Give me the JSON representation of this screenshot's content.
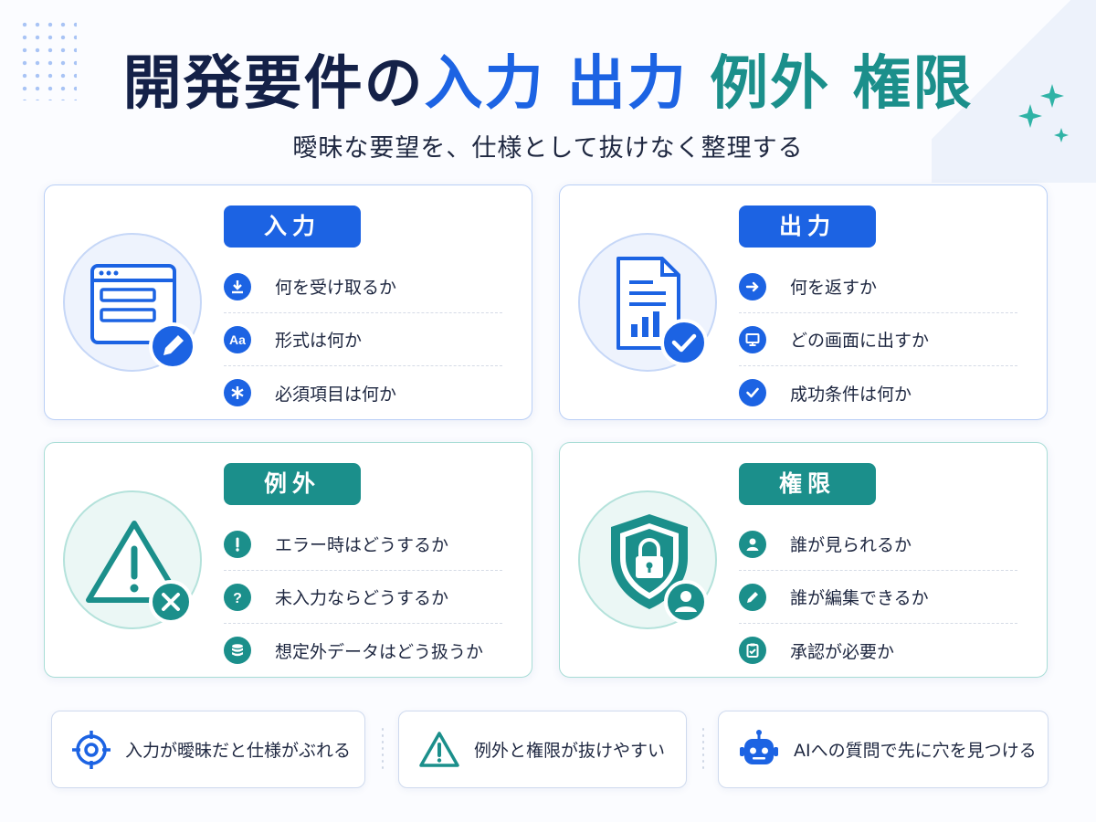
{
  "title": {
    "part1": "開発要件の",
    "part2": "入力",
    "part3": "出力",
    "part4": "例外",
    "part5": "権限"
  },
  "subtitle": "曖昧な要望を、仕様として抜けなく整理する",
  "colors": {
    "blue": "#1c63e3",
    "teal": "#1b8f8b",
    "navy": "#142148"
  },
  "cards": {
    "input": {
      "label": "入力",
      "illustration_icon": "form-window-pencil-icon",
      "items": [
        {
          "icon": "download-icon",
          "text": "何を受け取るか"
        },
        {
          "icon": "font-aa-icon",
          "text": "形式は何か"
        },
        {
          "icon": "asterisk-icon",
          "text": "必須項目は何か"
        }
      ]
    },
    "output": {
      "label": "出力",
      "illustration_icon": "report-document-check-icon",
      "items": [
        {
          "icon": "arrow-right-icon",
          "text": "何を返すか"
        },
        {
          "icon": "monitor-icon",
          "text": "どの画面に出すか"
        },
        {
          "icon": "check-icon",
          "text": "成功条件は何か"
        }
      ]
    },
    "exception": {
      "label": "例外",
      "illustration_icon": "warning-triangle-x-icon",
      "items": [
        {
          "icon": "exclamation-icon",
          "text": "エラー時はどうするか"
        },
        {
          "icon": "question-icon",
          "text": "未入力ならどうするか"
        },
        {
          "icon": "database-icon",
          "text": "想定外データはどう扱うか"
        }
      ]
    },
    "permission": {
      "label": "権限",
      "illustration_icon": "shield-lock-user-icon",
      "items": [
        {
          "icon": "user-icon",
          "text": "誰が見られるか"
        },
        {
          "icon": "pencil-icon",
          "text": "誰が編集できるか"
        },
        {
          "icon": "clipboard-check-icon",
          "text": "承認が必要か"
        }
      ]
    }
  },
  "bottom_notes": [
    {
      "icon": "target-icon",
      "text": "入力が曖昧だと仕様がぶれる"
    },
    {
      "icon": "warning-icon",
      "text": "例外と権限が抜けやすい"
    },
    {
      "icon": "robot-icon",
      "text": "AIへの質問で先に穴を見つける"
    }
  ]
}
